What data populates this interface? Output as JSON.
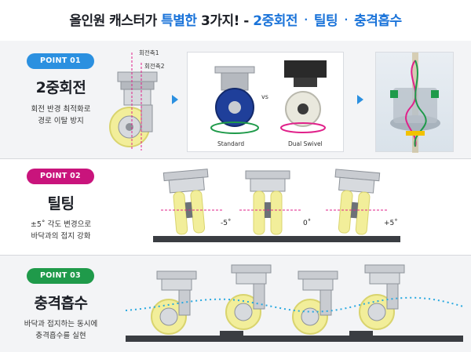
{
  "header": {
    "part1": "올인원 캐스터가",
    "part2": "특별한",
    "part3": "3가지! -",
    "part4": "2중회전",
    "part5": "틸팅",
    "part6": "충격흡수",
    "sep": "·"
  },
  "points": [
    {
      "badge": "POINT 01",
      "title": "2중회전",
      "desc_line1": "회전 반경 최적화로",
      "desc_line2": "경로 이탈 방지",
      "axis1": "회전축1",
      "axis2": "회전축2",
      "vs": "vs",
      "standard_label": "Standard",
      "dual_label": "Dual Swivel"
    },
    {
      "badge": "POINT 02",
      "title": "틸팅",
      "desc_line1": "±5˚ 각도 변경으로",
      "desc_line2": "바닥과의 접지 강화",
      "angle_left": "-5˚",
      "angle_mid": "0˚",
      "angle_right": "+5˚"
    },
    {
      "badge": "POINT 03",
      "title": "충격흡수",
      "desc_line1": "바닥과 접지하는 동시에",
      "desc_line2": "충격흡수를 실현"
    }
  ],
  "colors": {
    "accent_blue": "#1a73d9",
    "badge_blue": "#2b90e0",
    "badge_pink": "#c9147c",
    "badge_green": "#1f9a4a",
    "wheel_yellow": "#f2ee9a",
    "dotted_line": "#29a9e0"
  }
}
